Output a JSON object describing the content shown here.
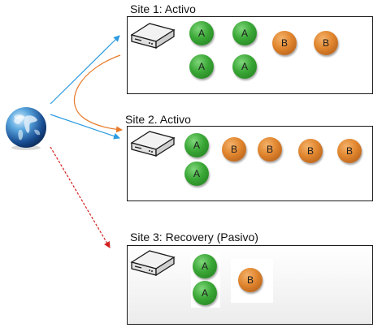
{
  "sites": [
    {
      "title": "Site 1: Activo",
      "nodes": [
        {
          "label": "A",
          "type": "A"
        },
        {
          "label": "A",
          "type": "A"
        },
        {
          "label": "A",
          "type": "A"
        },
        {
          "label": "A",
          "type": "A"
        },
        {
          "label": "B",
          "type": "B"
        },
        {
          "label": "B",
          "type": "B"
        }
      ]
    },
    {
      "title": "Site 2. Activo",
      "nodes": [
        {
          "label": "A",
          "type": "A"
        },
        {
          "label": "A",
          "type": "A"
        },
        {
          "label": "B",
          "type": "B"
        },
        {
          "label": "B",
          "type": "B"
        },
        {
          "label": "B",
          "type": "B"
        },
        {
          "label": "B",
          "type": "B"
        }
      ]
    },
    {
      "title": "Site 3: Recovery (Pasivo)",
      "nodes": [
        {
          "label": "A",
          "type": "A"
        },
        {
          "label": "A",
          "type": "A"
        },
        {
          "label": "B",
          "type": "B"
        }
      ]
    }
  ],
  "colors": {
    "active_arrow": "#2e9be0",
    "failover_arrow": "#e87a2a",
    "recovery_arrow": "#d42020",
    "node_a": "#3aa736",
    "node_b": "#e0852e"
  },
  "icons": {
    "source": "globe-icon",
    "server": "server-icon"
  }
}
